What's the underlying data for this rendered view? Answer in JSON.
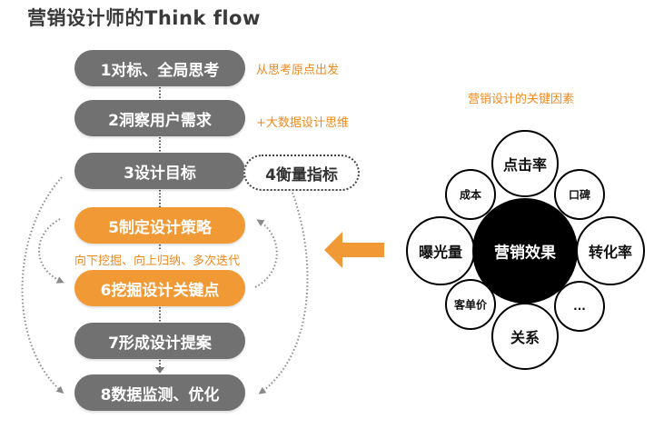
{
  "title": "营销设计师的Think flow",
  "flow": {
    "steps": [
      {
        "label": "1对标、全局思考",
        "style": "gray"
      },
      {
        "label": "2洞察用户需求",
        "style": "gray"
      },
      {
        "label": "3设计目标",
        "style": "gray"
      },
      {
        "label": "4衡量指标",
        "style": "outline"
      },
      {
        "label": "5制定设计策略",
        "style": "orange"
      },
      {
        "label": "6挖掘设计关键点",
        "style": "orange"
      },
      {
        "label": "7形成设计提案",
        "style": "gray"
      },
      {
        "label": "8数据监测、优化",
        "style": "gray"
      }
    ],
    "notes": {
      "step1": "从思考原点出发",
      "step2": "+大数据设计思维",
      "iteration": "向下挖掘、向上归纳、多次迭代"
    }
  },
  "factors": {
    "title": "营销设计的关键因素",
    "center": "营销效果",
    "satellites": [
      {
        "label": "点击率",
        "size": "large"
      },
      {
        "label": "口碑",
        "size": "small"
      },
      {
        "label": "转化率",
        "size": "large"
      },
      {
        "label": "...",
        "size": "small"
      },
      {
        "label": "关系",
        "size": "large"
      },
      {
        "label": "客单价",
        "size": "small"
      },
      {
        "label": "曝光量",
        "size": "large"
      },
      {
        "label": "成本",
        "size": "small"
      }
    ]
  },
  "colors": {
    "gray_pill": "#717171",
    "orange_pill": "#f19a35",
    "accent_text": "#ef8a1e",
    "arrow": "#f19a35",
    "center_circle": "#000000"
  }
}
